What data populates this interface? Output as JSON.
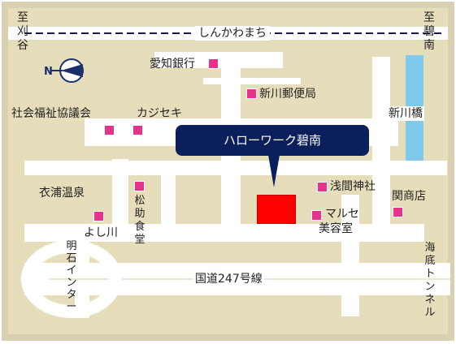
{
  "colors": {
    "frame": "#d8d0b0",
    "land": "#e6deba",
    "road": "#ffffff",
    "river": "#7ec9ec",
    "marker": "#e8338c",
    "callout_bg": "#0a1f5c",
    "destination": "#ff0000"
  },
  "icons": {
    "compass": "north-arrow-icon",
    "railway": "railway-track-icon"
  },
  "directions": {
    "top_left": "至刈谷",
    "top_right": "至碧南"
  },
  "compass": {
    "label": "N"
  },
  "railway": {
    "name": "しんかわまち"
  },
  "callout": {
    "text": "ハローワーク碧南"
  },
  "landmarks": {
    "aichi_bank": "愛知銀行",
    "shinkawa_post": "新川郵便局",
    "shinkawa_bridge": "新川橋",
    "social_welfare": "社会福祉協議会",
    "kajiseki": "カジセキ",
    "sengen_shrine": "浅間神社",
    "kan_shoten": "関商店",
    "marusei_1": "マルセ",
    "marusei_2": "美容室",
    "kinuura_onsen": "衣浦温泉",
    "yoshikawa": "よし川",
    "matsusuke_shokudo": "松助食堂",
    "akashi_ic": "明石インター",
    "route247": "国道247号線",
    "kaitei_tunnel": "海底トンネル"
  }
}
